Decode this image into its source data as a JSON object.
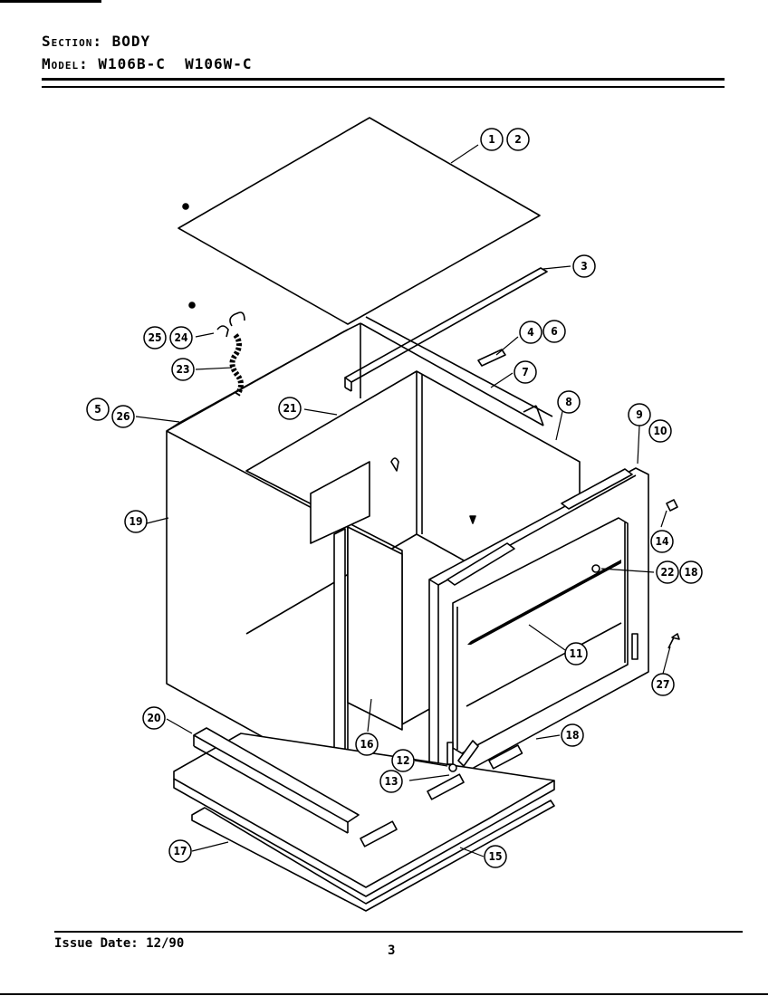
{
  "header": {
    "section_label": "Section:",
    "section_value": "BODY",
    "model_label": "Model:",
    "model_value": "W106B-C  W106W-C"
  },
  "callouts": [
    "1",
    "2",
    "3",
    "4",
    "6",
    "7",
    "8",
    "9",
    "10",
    "14",
    "22",
    "18",
    "11",
    "27",
    "19",
    "18",
    "5",
    "26",
    "21",
    "25",
    "24",
    "23",
    "20",
    "16",
    "12",
    "13",
    "17",
    "15"
  ],
  "footer": {
    "issue_date": "Issue Date: 12/90",
    "page_number": "3"
  }
}
